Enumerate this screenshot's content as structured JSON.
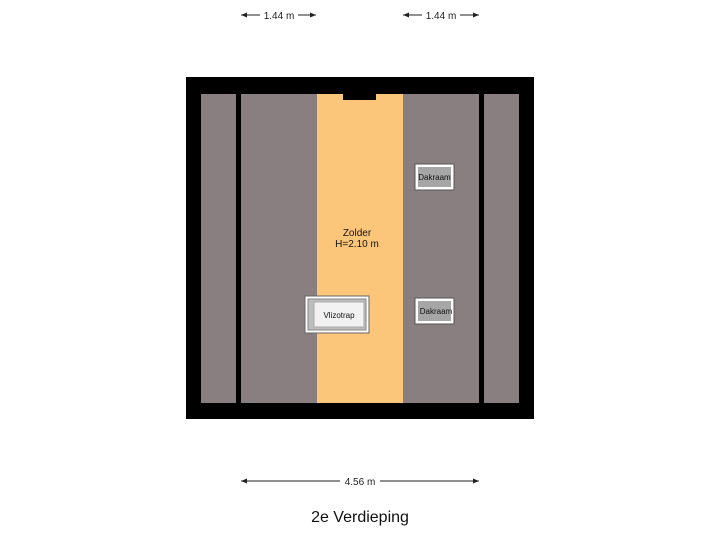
{
  "floor": {
    "title": "2e Verdieping"
  },
  "dimensions": {
    "top_left": "1.44 m",
    "top_right": "1.44 m",
    "bottom": "4.56 m"
  },
  "rooms": {
    "zolder_name": "Zolder",
    "zolder_height": "H=2.10 m"
  },
  "fixtures": {
    "dakraam_top": "Dakraam",
    "dakraam_bottom": "Dakraam",
    "vlizotrap": "Vlizotrap"
  },
  "colors": {
    "wall": "#000000",
    "roof_slope": "#8a7f80",
    "room_floor": "#fcc67a",
    "fixture_fill": "#a6a6a6"
  }
}
